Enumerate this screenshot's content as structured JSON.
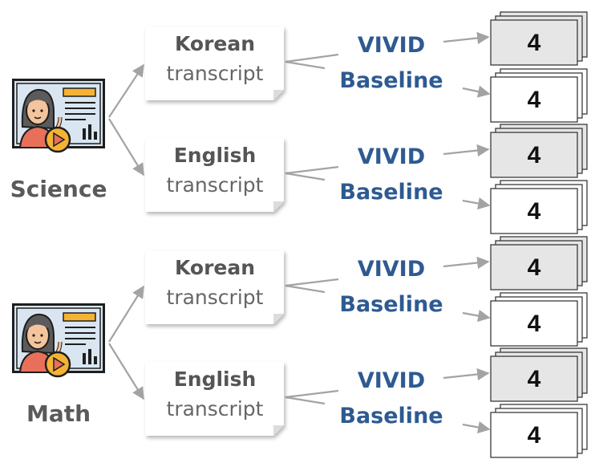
{
  "subjects": [
    {
      "name": "Science",
      "transcripts": [
        {
          "language": "Korean",
          "kind": "transcript",
          "methods": [
            {
              "label": "VIVID",
              "value": "4"
            },
            {
              "label": "Baseline",
              "value": "4"
            }
          ]
        },
        {
          "language": "English",
          "kind": "transcript",
          "methods": [
            {
              "label": "VIVID",
              "value": "4"
            },
            {
              "label": "Baseline",
              "value": "4"
            }
          ]
        }
      ]
    },
    {
      "name": "Math",
      "transcripts": [
        {
          "language": "Korean",
          "kind": "transcript",
          "methods": [
            {
              "label": "VIVID",
              "value": "4"
            },
            {
              "label": "Baseline",
              "value": "4"
            }
          ]
        },
        {
          "language": "English",
          "kind": "transcript",
          "methods": [
            {
              "label": "VIVID",
              "value": "4"
            },
            {
              "label": "Baseline",
              "value": "4"
            }
          ]
        }
      ]
    }
  ],
  "colors": {
    "method_label": "#2e5a92",
    "connector": "#a3a3a3",
    "vivid_box_fill": "#e6e6e6",
    "baseline_box_fill": "#ffffff",
    "box_border": "#3a3a3a",
    "icon_frame": "#1e1e1e",
    "icon_skin": "#f4c49c",
    "icon_shirt": "#e8705a",
    "icon_board": "#d9e6f2",
    "icon_play": "#f5b335"
  },
  "icons": {
    "subject_icon": "teacher-video-lecture-icon"
  }
}
